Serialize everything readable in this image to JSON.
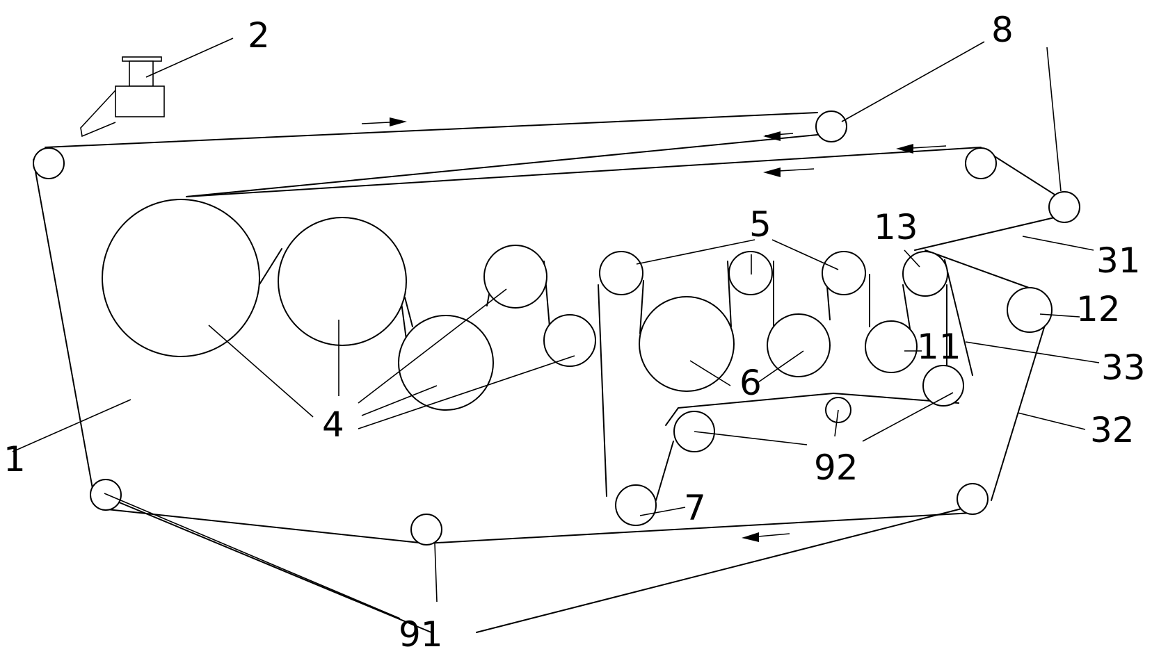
{
  "labels": {
    "l1": "1",
    "l2": "2",
    "l4": "4",
    "l5": "5",
    "l6": "6",
    "l7": "7",
    "l8": "8",
    "l11": "11",
    "l12": "12",
    "l13": "13",
    "l31": "31",
    "l32": "32",
    "l33": "33",
    "l91": "91",
    "l92": "92"
  }
}
